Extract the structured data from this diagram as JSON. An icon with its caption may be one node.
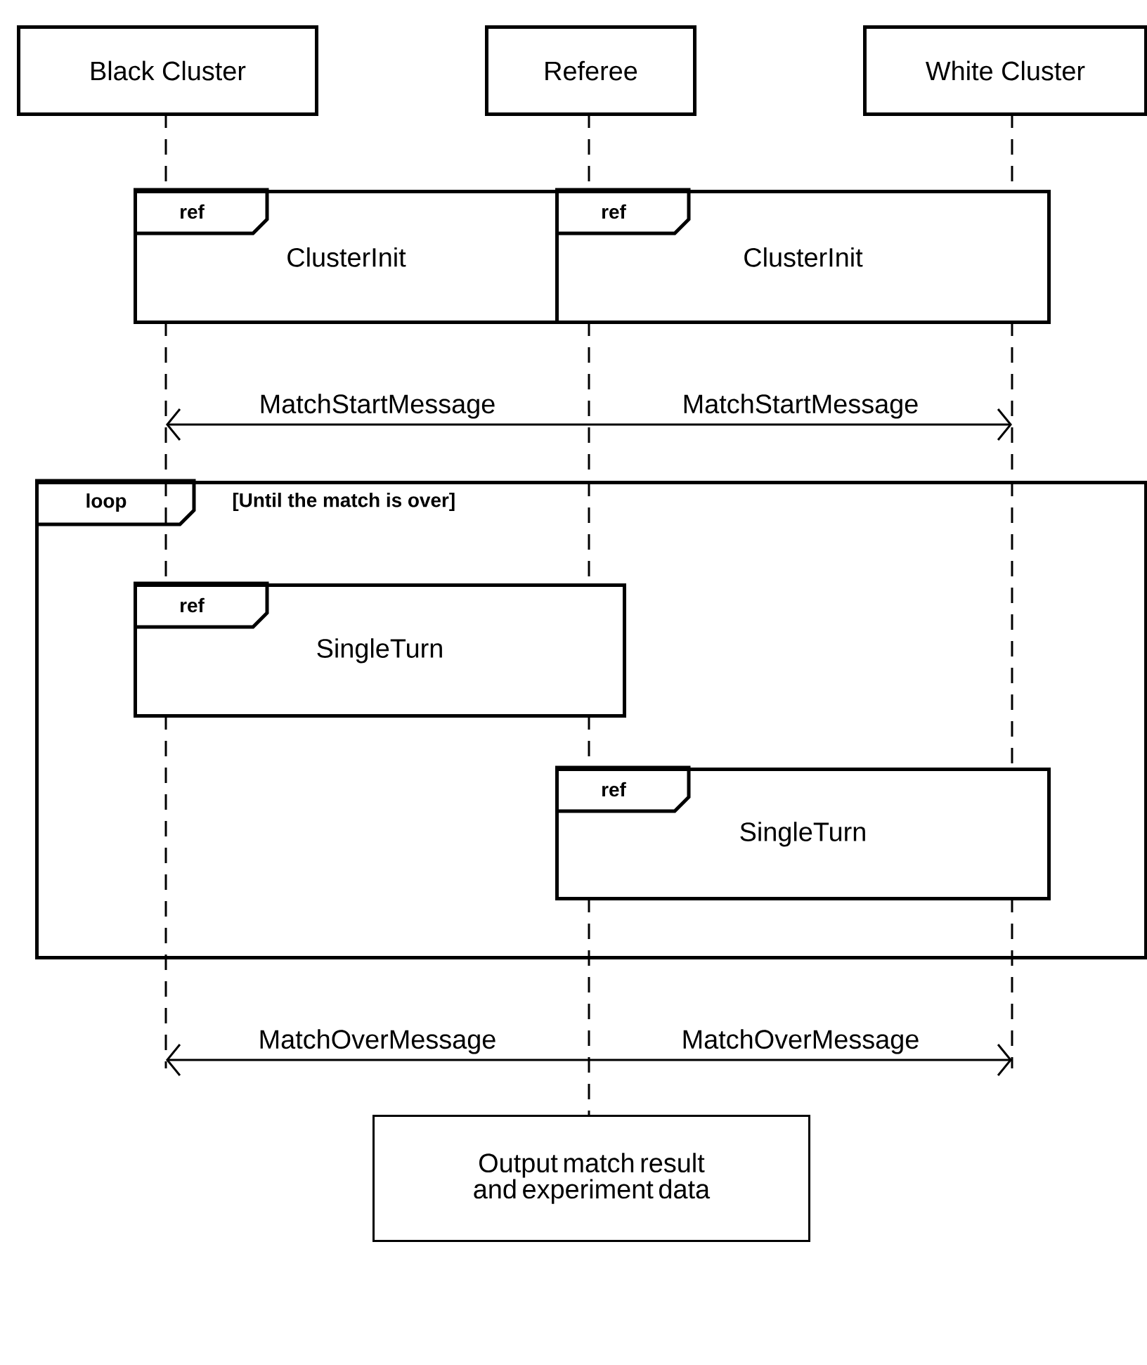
{
  "diagram": {
    "nodes": [
      {
        "text": [
          "Black Cluster"
        ]
      },
      {
        "text": [
          "Referee"
        ]
      },
      {
        "text": [
          "White Cluster"
        ]
      },
      {
        "text": [],
        "shape": "line"
      },
      {
        "text": [],
        "shape": "line"
      },
      {
        "text": [],
        "shape": "line"
      },
      {
        "text": [
          "ref",
          "ClusterInit"
        ]
      },
      {
        "text": [
          "ref",
          "ClusterInit"
        ]
      },
      {
        "text": [
          "loop",
          "[Until the match is over]"
        ]
      },
      {
        "text": [
          "ref",
          "SingleTurn"
        ],
        "in": 8
      },
      {
        "text": [
          "ref",
          "SingleTurn"
        ],
        "in": 8
      },
      {
        "text": [
          "Output match result and experiment data"
        ]
      }
    ],
    "edges": [
      {
        "from": 4,
        "to": 3,
        "label": "MatchStartMessage",
        "arrow": "to"
      },
      {
        "from": 4,
        "to": 5,
        "label": "MatchStartMessage",
        "arrow": "to"
      },
      {
        "from": 4,
        "to": 3,
        "label": "MatchOverMessage",
        "arrow": "to"
      },
      {
        "from": 4,
        "to": 5,
        "label": "MatchOverMessage",
        "arrow": "to"
      }
    ]
  }
}
